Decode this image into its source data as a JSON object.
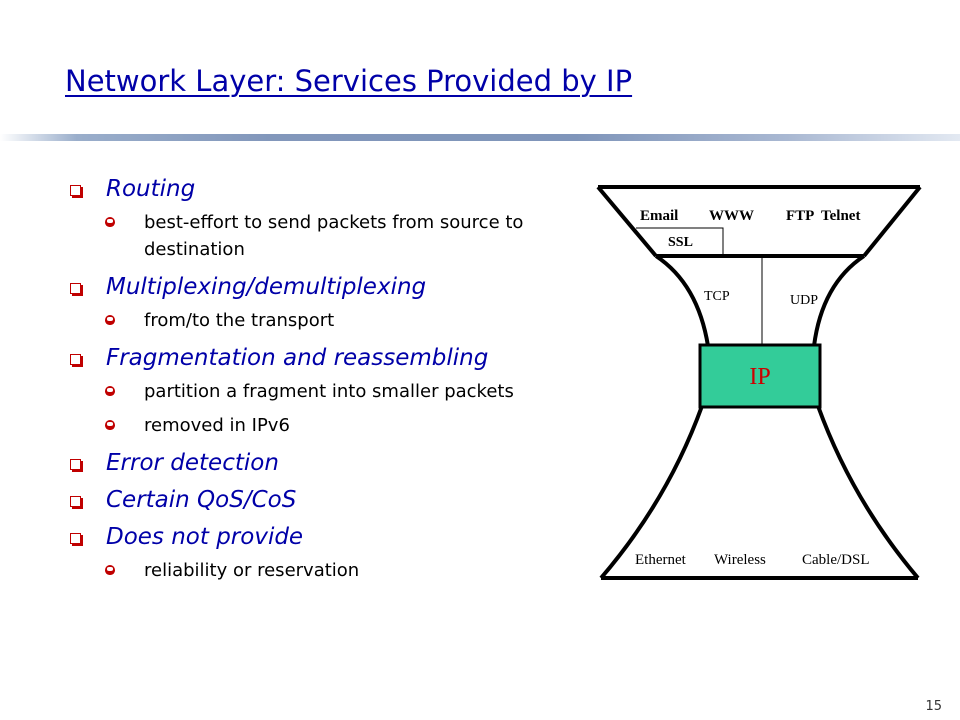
{
  "slide": {
    "title": "Network Layer: Services Provided by IP",
    "page_number": "15"
  },
  "bullets": [
    {
      "text": "Routing",
      "subs": [
        "best-effort to send packets from source to destination"
      ]
    },
    {
      "text": "Multiplexing/demultiplexing",
      "subs": [
        "from/to the transport"
      ]
    },
    {
      "text": "Fragmentation and reassembling",
      "subs": [
        "partition a fragment into smaller packets",
        "removed in IPv6"
      ]
    },
    {
      "text": "Error detection",
      "subs": []
    },
    {
      "text": "Certain QoS/CoS",
      "subs": []
    },
    {
      "text": "Does not provide",
      "subs": [
        "reliability or reservation"
      ]
    }
  ],
  "hourglass": {
    "applications": {
      "email": "Email",
      "www": "WWW",
      "ftp": "FTP",
      "telnet": "Telnet"
    },
    "ssl": "SSL",
    "transport": {
      "tcp": "TCP",
      "udp": "UDP"
    },
    "ip": "IP",
    "links": {
      "ethernet": "Ethernet",
      "wireless": "Wireless",
      "cable": "Cable/DSL"
    },
    "ip_fill": "#33cc99",
    "ip_text_color": "#cc0000"
  }
}
